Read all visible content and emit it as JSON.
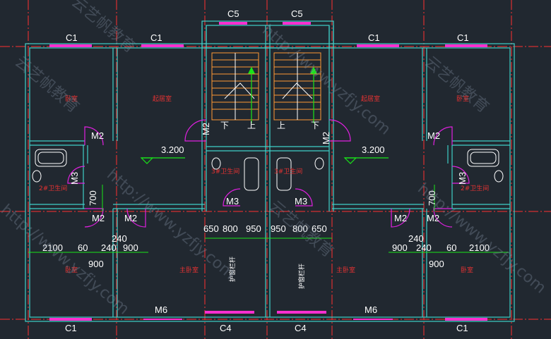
{
  "windows": {
    "c1": "C1",
    "c4": "C4",
    "c5": "C5"
  },
  "doors": {
    "m2": "M2",
    "m3": "M3",
    "m6": "M6"
  },
  "rooms": {
    "bedroom": "卧室",
    "living_room": "起居室",
    "master_bedroom": "主卧室",
    "bath_2": "2#卫生间",
    "bath_3": "3#卫生间",
    "railing": "护窗栏杆"
  },
  "stair": {
    "down": "下",
    "up": "上"
  },
  "elevation": "3.200",
  "dims": {
    "d700": "700",
    "d240": "240",
    "d900": "900",
    "d2100": "2100",
    "d60": "60",
    "d650": "650",
    "d800": "800",
    "d950": "950"
  },
  "watermark": {
    "url": "http://www.yzfjy.com",
    "brand": "云艺帆教育"
  },
  "colors": {
    "background": "#212830",
    "wall": "#3fd0c8",
    "window": "#ff2fd0",
    "door_arc": "#e020e0",
    "dimension": "#19e619",
    "axis": "#ff3030",
    "text": "#ffffff",
    "room_text": "#e63232",
    "stair": "#ff9933",
    "fixture": "#ffffff"
  }
}
